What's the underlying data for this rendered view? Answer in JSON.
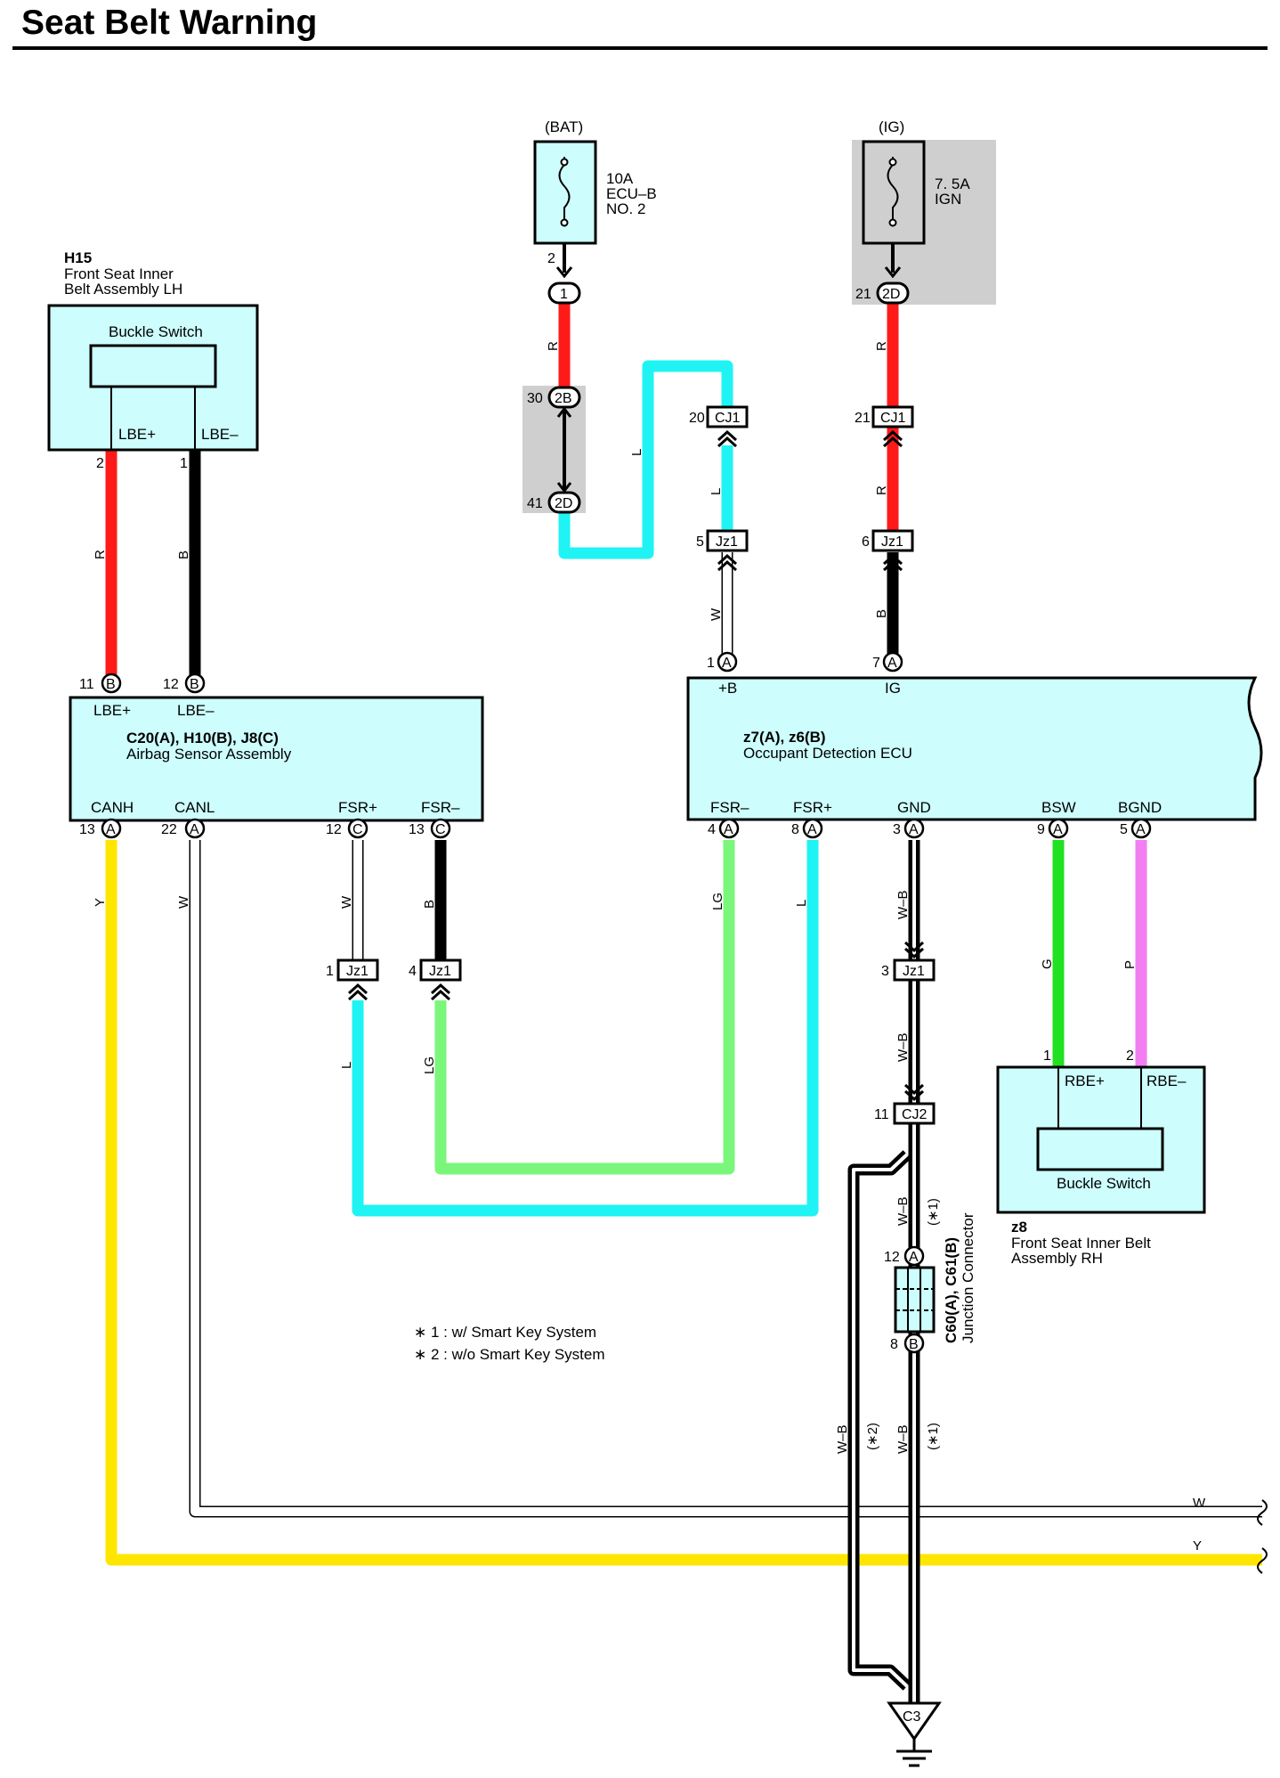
{
  "title": "Seat Belt Warning",
  "colors": {
    "R": "#ff1a1a",
    "B": "#000000",
    "L": "#1ff3f3",
    "W": "#ffffff",
    "Y": "#ffe600",
    "LG": "#7af77a",
    "G": "#22e022",
    "P": "#f27ef2",
    "component_fill": "#cdfdfd",
    "shade": "#cfcfcf"
  },
  "power": {
    "bat": {
      "source": "(BAT)",
      "fuse_amp": "10A",
      "fuse_name_1": "ECU–B",
      "fuse_name_2": "NO. 2",
      "pin": "2",
      "connector": "1"
    },
    "ig": {
      "source": "(IG)",
      "fuse_amp": "7. 5A",
      "fuse_name": "IGN",
      "pin": "21",
      "connector": "2D"
    }
  },
  "h15": {
    "code": "H15",
    "name_1": "Front Seat Inner",
    "name_2": "Belt Assembly LH",
    "switch_label": "Buckle Switch",
    "term_plus": "LBE+",
    "term_minus": "LBE–",
    "pin_plus": "2",
    "pin_minus": "1"
  },
  "z8": {
    "code": "z8",
    "name_1": "Front Seat Inner Belt",
    "name_2": "Assembly RH",
    "switch_label": "Buckle Switch",
    "term_plus": "RBE+",
    "term_minus": "RBE–",
    "pin_plus": "1",
    "pin_minus": "2"
  },
  "airbag": {
    "codes": "C20(A), H10(B), J8(C)",
    "name": "Airbag Sensor Assembly",
    "lbe_plus": "LBE+",
    "lbe_minus": "LBE–",
    "pin_lbe_plus": "11",
    "pin_lbe_minus": "12",
    "conn_B": "B",
    "canh": "CANH",
    "canl": "CANL",
    "fsr_plus": "FSR+",
    "fsr_minus": "FSR–",
    "pin_canh": "13",
    "pin_canl": "22",
    "pin_fsr_plus": "12",
    "pin_fsr_minus": "13",
    "conn_A": "A",
    "conn_C": "C"
  },
  "ode": {
    "codes": "z7(A), z6(B)",
    "name": "Occupant Detection ECU",
    "plus_b": "+B",
    "ig": "IG",
    "pin_plus_b": "1",
    "pin_ig": "7",
    "fsr_minus": "FSR–",
    "fsr_plus": "FSR+",
    "gnd": "GND",
    "bsw": "BSW",
    "bgnd": "BGND",
    "pin_fsr_minus": "4",
    "pin_fsr_plus": "8",
    "pin_gnd": "3",
    "pin_bsw": "9",
    "pin_bgnd": "5",
    "conn_A": "A"
  },
  "connectors": {
    "c2b_pin": "30",
    "c2b": "2B",
    "c2d_pin": "41",
    "c2d": "2D",
    "cj1_left_pin": "20",
    "cj1_right_pin": "21",
    "cj1": "CJ1",
    "jz1_top_left_pin": "5",
    "jz1_top_right_pin": "6",
    "jz1": "Jz1",
    "jz1_fsr_w_pin": "1",
    "jz1_fsr_b_pin": "4",
    "jz1_gnd_pin": "3",
    "cj2_pin": "11",
    "cj2": "CJ2",
    "jc_pin_top": "12",
    "jc_conn_top": "A",
    "jc_pin_bottom": "8",
    "jc_conn_bottom": "B",
    "jc_name_1": "C60(A), C61(B)",
    "jc_name_2": "Junction Connector",
    "ground": "C3"
  },
  "wires": {
    "R": "R",
    "B": "B",
    "L": "L",
    "W": "W",
    "Y": "Y",
    "LG": "LG",
    "G": "G",
    "P": "P",
    "WB": "W–B",
    "star1": "(∗1)",
    "star2": "(∗2)"
  },
  "notes": {
    "note1": "∗ 1 : w/ Smart Key System",
    "note2": "∗ 2 : w/o Smart Key System"
  }
}
